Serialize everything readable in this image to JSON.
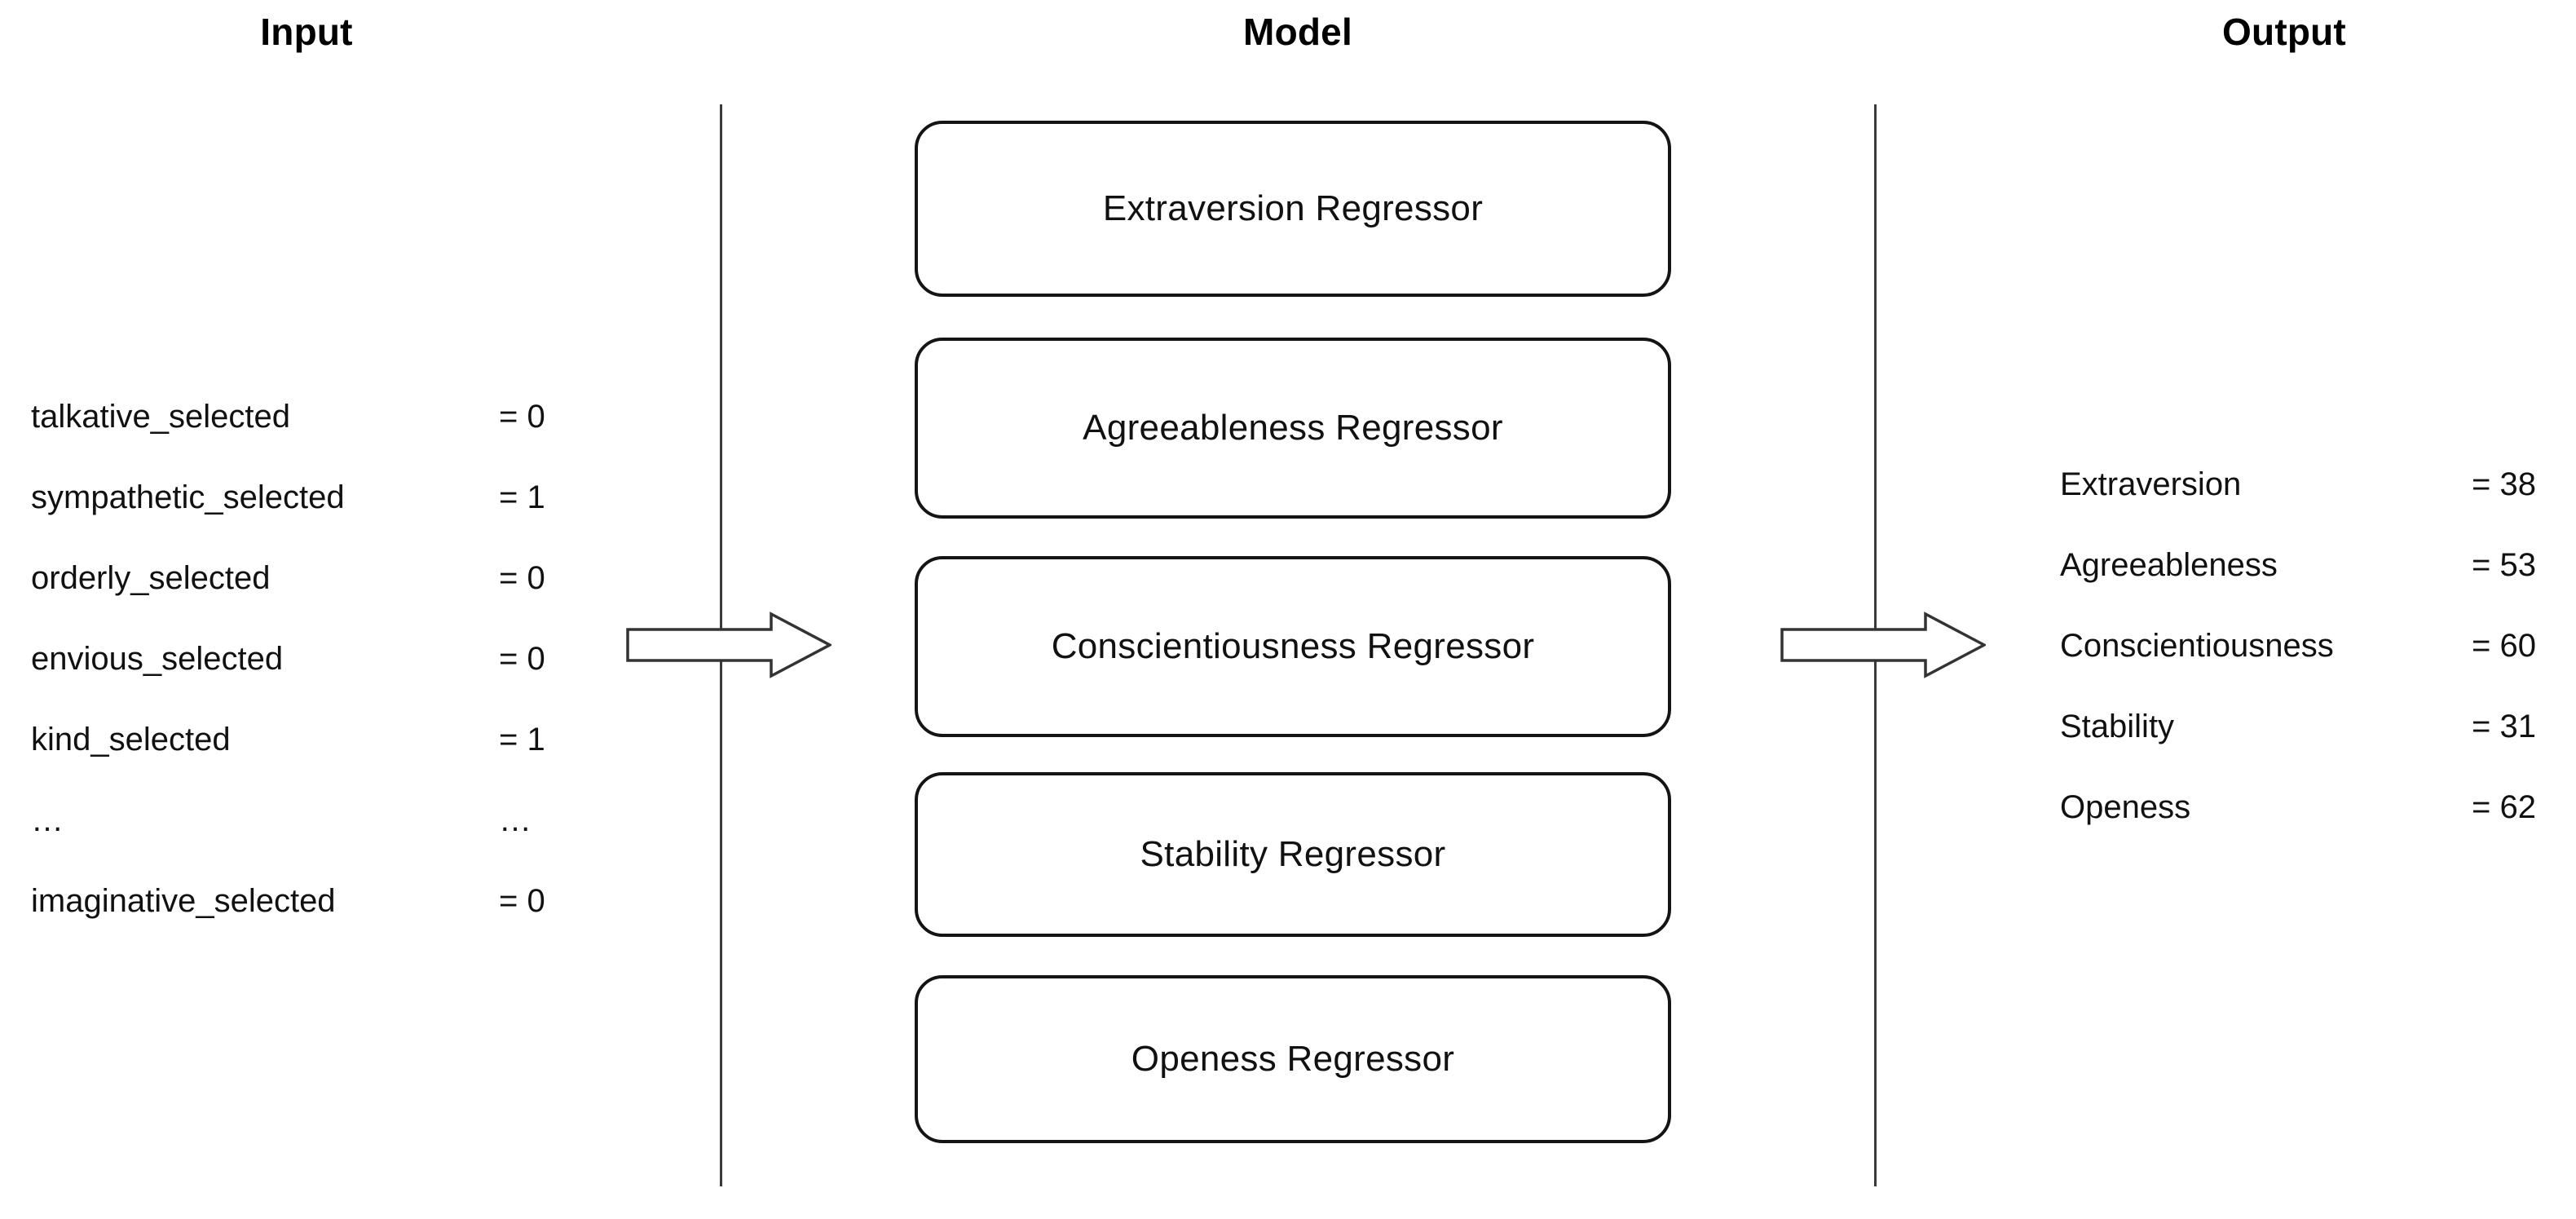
{
  "headings": {
    "input": "Input",
    "model": "Model",
    "output": "Output"
  },
  "input": {
    "rows": [
      {
        "name": "talkative_selected",
        "value": "= 0"
      },
      {
        "name": "sympathetic_selected",
        "value": "= 1"
      },
      {
        "name": "orderly_selected",
        "value": "= 0"
      },
      {
        "name": "envious_selected",
        "value": "= 0"
      },
      {
        "name": "kind_selected",
        "value": "= 1"
      },
      {
        "name": "…",
        "value": "…"
      },
      {
        "name": "imaginative_selected",
        "value": "= 0"
      }
    ]
  },
  "model": {
    "boxes": [
      {
        "label": "Extraversion Regressor"
      },
      {
        "label": "Agreeableness Regressor"
      },
      {
        "label": "Conscientiousness Regressor"
      },
      {
        "label": "Stability Regressor"
      },
      {
        "label": "Openess Regressor"
      }
    ]
  },
  "output": {
    "rows": [
      {
        "name": "Extraversion",
        "value": "= 38"
      },
      {
        "name": "Agreeableness",
        "value": "= 53"
      },
      {
        "name": "Conscientiousness",
        "value": "= 60"
      },
      {
        "name": "Stability",
        "value": "= 31"
      },
      {
        "name": "Openess",
        "value": "= 62"
      }
    ]
  },
  "arrows": {
    "input_to_model": "right-block-arrow",
    "model_to_output": "right-block-arrow"
  },
  "colors": {
    "background": "#ffffff",
    "text": "#111111",
    "box_border": "#141414",
    "divider": "#3a3a3a",
    "arrow_stroke": "#333333"
  }
}
